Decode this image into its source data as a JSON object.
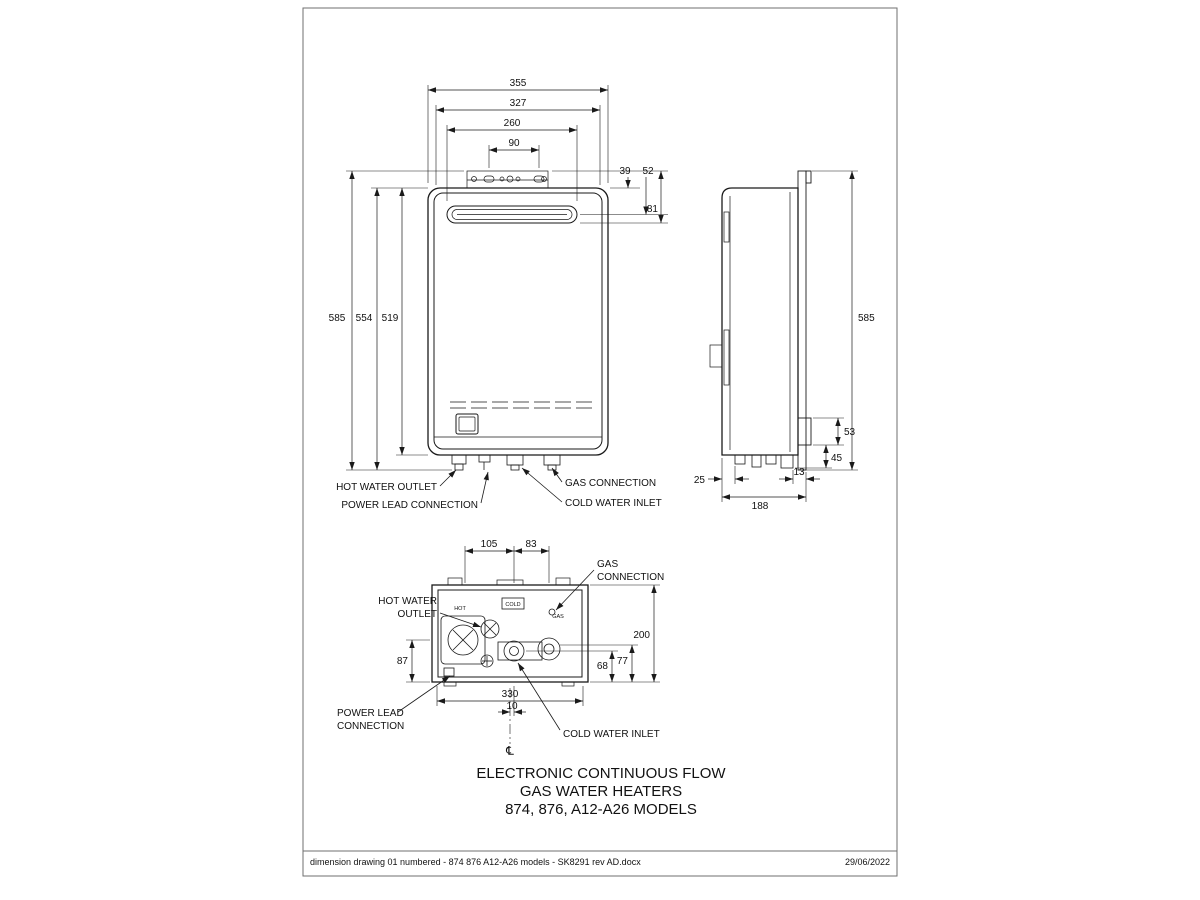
{
  "front_view": {
    "dim_355": "355",
    "dim_327": "327",
    "dim_260": "260",
    "dim_90": "90",
    "dim_39": "39",
    "dim_52": "52",
    "dim_81": "81",
    "dim_585": "585",
    "dim_554": "554",
    "dim_519": "519",
    "label_hot_water_outlet": "HOT WATER OUTLET",
    "label_power_lead_connection": "POWER LEAD CONNECTION",
    "label_gas_connection": "GAS CONNECTION",
    "label_cold_water_inlet": "COLD WATER INLET"
  },
  "side_view": {
    "dim_585": "585",
    "dim_53": "53",
    "dim_45": "45",
    "dim_25": "25",
    "dim_13": "13",
    "dim_188": "188"
  },
  "bottom_view": {
    "dim_105": "105",
    "dim_83": "83",
    "dim_200": "200",
    "dim_87": "87",
    "dim_77": "77",
    "dim_68": "68",
    "dim_330": "330",
    "dim_10": "10",
    "label_gas_line1": "GAS",
    "label_gas_line2": "CONNECTION",
    "label_hot_line1": "HOT WATER",
    "label_hot_line2": "OUTLET",
    "label_power_line1": "POWER LEAD",
    "label_power_line2": "CONNECTION",
    "label_cold_water_inlet": "COLD WATER INLET",
    "mark_hot": "HOT",
    "mark_cold": "COLD",
    "mark_gas": "GAS",
    "centerline_symbol": "℄"
  },
  "title_block": {
    "line1": "ELECTRONIC CONTINUOUS FLOW",
    "line2": "GAS WATER HEATERS",
    "line3": "874, 876, A12-A26 MODELS"
  },
  "footer": {
    "left": "dimension drawing 01 numbered - 874 876 A12-A26 models - SK8291 rev AD.docx",
    "right": "29/06/2022"
  }
}
